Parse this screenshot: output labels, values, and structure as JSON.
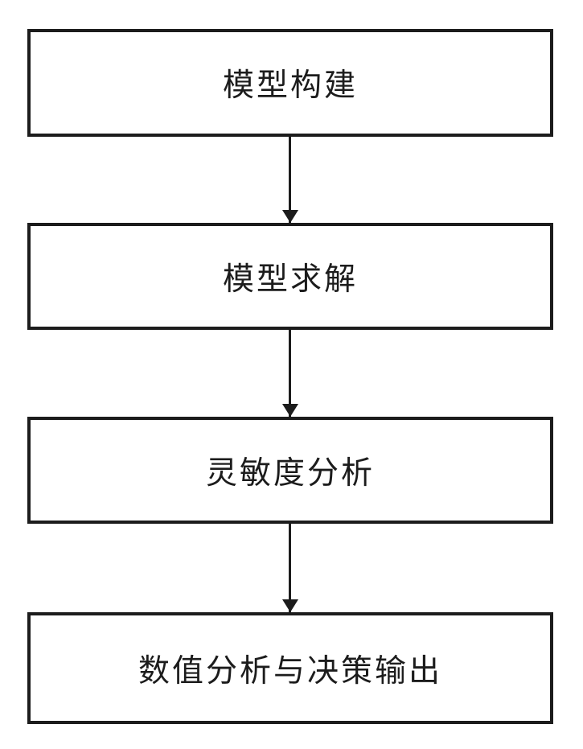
{
  "diagram": {
    "type": "flowchart",
    "direction": "top-down",
    "colors": {
      "background": "#ffffff",
      "border": "#1c1c1c",
      "text": "#1c1c1c"
    },
    "nodes": [
      {
        "id": "step-1",
        "label": "模型构建"
      },
      {
        "id": "step-2",
        "label": "模型求解"
      },
      {
        "id": "step-3",
        "label": "灵敏度分析"
      },
      {
        "id": "step-4",
        "label": "数值分析与决策输出"
      }
    ],
    "edges": [
      {
        "from": "step-1",
        "to": "step-2",
        "style": "arrow-down"
      },
      {
        "from": "step-2",
        "to": "step-3",
        "style": "arrow-down"
      },
      {
        "from": "step-3",
        "to": "step-4",
        "style": "arrow-down"
      }
    ]
  }
}
